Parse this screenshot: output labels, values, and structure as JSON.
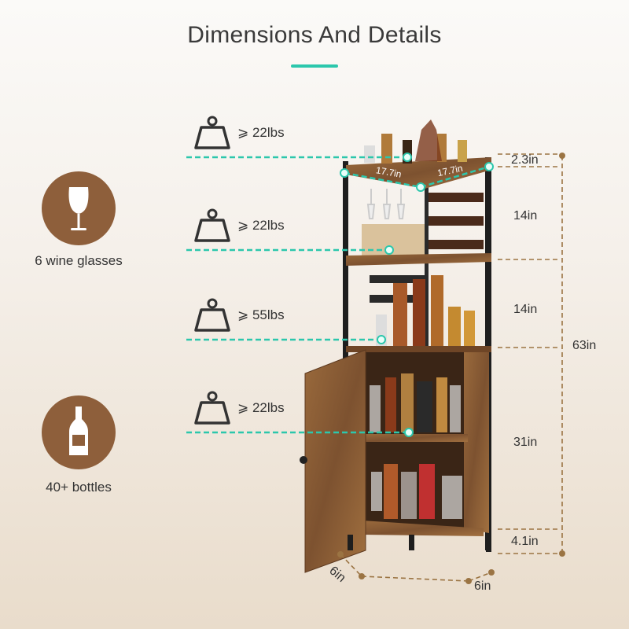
{
  "title": "Dimensions And Details",
  "colors": {
    "accent": "#2cc7ac",
    "brown": "#8e5f3b",
    "dimension_line": "#9b7443"
  },
  "features": [
    {
      "icon": "wine-glass-icon",
      "label": "6 wine glasses"
    },
    {
      "icon": "wine-bottle-icon",
      "label": "40+ bottles"
    }
  ],
  "load_capacities": [
    {
      "icon": "weight-icon",
      "label": "⩾ 22lbs"
    },
    {
      "icon": "weight-icon",
      "label": "⩾ 22lbs"
    },
    {
      "icon": "weight-icon",
      "label": "⩾ 55lbs"
    },
    {
      "icon": "weight-icon",
      "label": "⩾ 22lbs"
    }
  ],
  "dimensions": {
    "top_side_a": "17.7in",
    "top_side_b": "17.7in",
    "top_thickness": "2.3in",
    "upper_gap": "14in",
    "middle_gap": "14in",
    "total_height": "63in",
    "cabinet_height": "31in",
    "leg_height": "4.1in",
    "base_side_a": "6in",
    "base_side_b": "6in"
  }
}
